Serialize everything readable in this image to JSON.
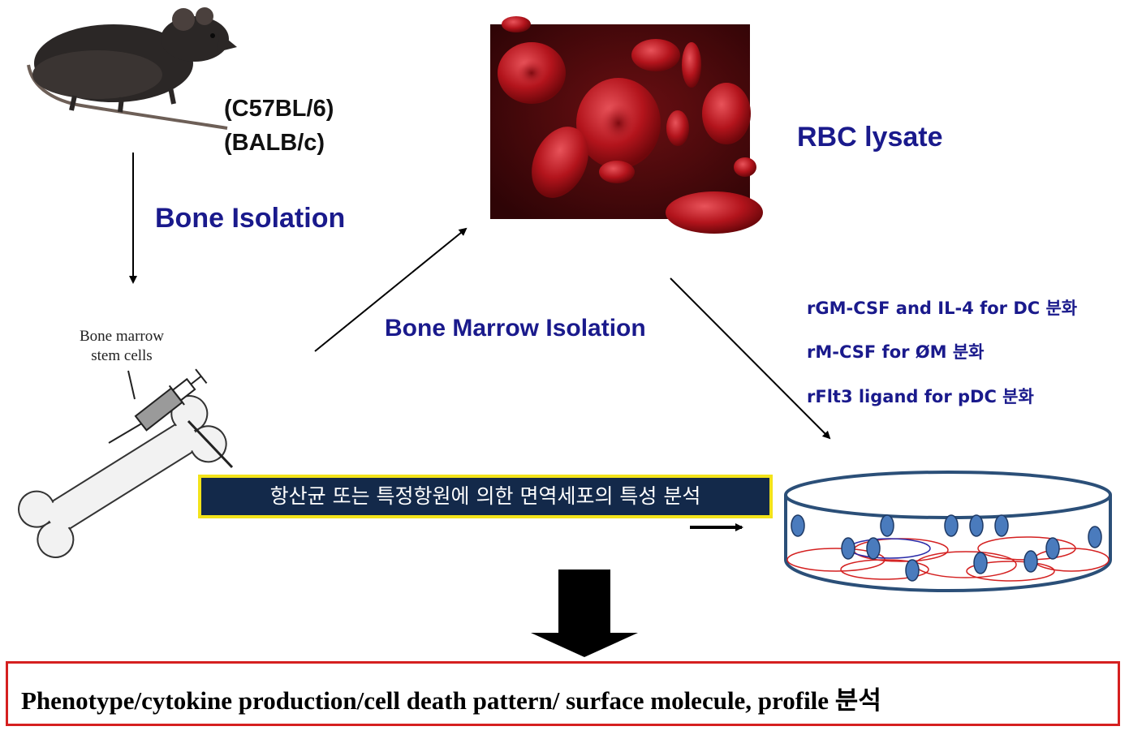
{
  "mouse": {
    "strain_1": "(C57BL/6)",
    "strain_2": "(BALB/c)"
  },
  "steps": {
    "bone_isolation": "Bone Isolation",
    "bone_marrow_isolation": "Bone Marrow Isolation",
    "rbc_lysate": "RBC lysate"
  },
  "bone_figure": {
    "label_line1": "Bone marrow",
    "label_line2": "stem cells"
  },
  "differentiation_conditions": [
    "rGM-CSF and IL-4 for DC 분화",
    "rM-CSF for ØM 분화",
    "rFlt3 ligand for pDC 분화"
  ],
  "banner": {
    "text": "항산균 또는 특정항원에 의한 면역세포의 특성 분석",
    "background": "#13294a",
    "border": "#f3e31a"
  },
  "result": {
    "text": "Phenotype/cytokine production/cell death pattern/ surface molecule,  profile 분석",
    "border": "#d52020"
  },
  "colors": {
    "label_blue": "#1a1a8c",
    "rbc_red": "#b3141c",
    "dish_blue": "#2b4f78",
    "cell_fill": "#4a7bbd"
  }
}
